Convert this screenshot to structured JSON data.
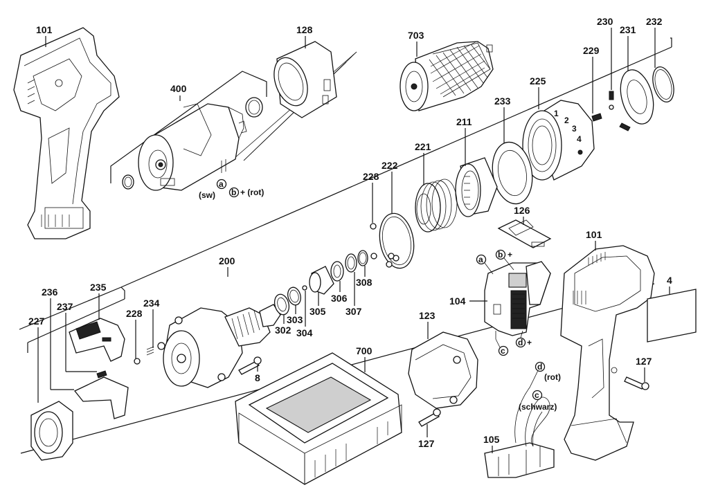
{
  "labels": {
    "p101a": "101",
    "p128": "128",
    "p703": "703",
    "p230": "230",
    "p231": "231",
    "p232": "232",
    "p400": "400",
    "p229": "229",
    "p225": "225",
    "p233": "233",
    "p211": "211",
    "p221": "221",
    "p222": "222",
    "p228a": "228",
    "p126": "126",
    "p101b": "101",
    "p200": "200",
    "p4": "4",
    "p236": "236",
    "p235": "235",
    "p237": "237",
    "p234": "234",
    "p228b": "228",
    "p227": "227",
    "p302": "302",
    "p303": "303",
    "p304": "304",
    "p305": "305",
    "p306": "306",
    "p307": "307",
    "p308": "308",
    "p104": "104",
    "p123": "123",
    "p700": "700",
    "p8": "8",
    "p127a": "127",
    "p127b": "127",
    "p105": "105"
  },
  "callouts": {
    "a": "a",
    "b": "b",
    "c": "c",
    "d": "d",
    "sw": "(sw)",
    "rot": "(rot)",
    "plus": "+",
    "plus_rot": "+ (rot)",
    "schwarz": "(schwarz)"
  }
}
